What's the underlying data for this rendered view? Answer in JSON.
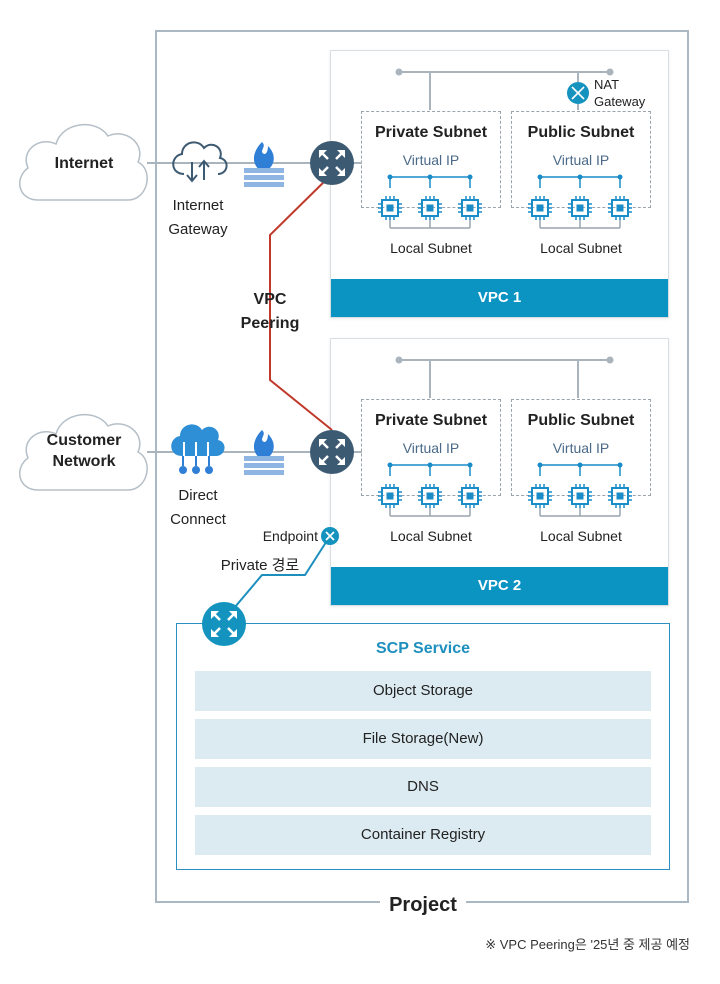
{
  "project": {
    "label": "Project"
  },
  "external": {
    "internet": "Internet",
    "customer": "Customer\nNetwork"
  },
  "gateways": {
    "internet": "Internet\nGateway",
    "direct": "Direct\nConnect",
    "nat": "NAT\nGateway"
  },
  "peering": {
    "label": "VPC\nPeering"
  },
  "vpcs": [
    {
      "name": "VPC 1",
      "subnets": [
        {
          "title": "Private Subnet",
          "vip": "Virtual IP",
          "local": "Local Subnet"
        },
        {
          "title": "Public Subnet",
          "vip": "Virtual IP",
          "local": "Local Subnet"
        }
      ]
    },
    {
      "name": "VPC 2",
      "subnets": [
        {
          "title": "Private Subnet",
          "vip": "Virtual IP",
          "local": "Local Subnet"
        },
        {
          "title": "Public Subnet",
          "vip": "Virtual IP",
          "local": "Local Subnet"
        }
      ]
    }
  ],
  "endpoint": {
    "label": "Endpoint",
    "route": "Private 경로"
  },
  "scp": {
    "title": "SCP Service",
    "services": [
      "Object Storage",
      "File Storage(New)",
      "DNS",
      "Container Registry"
    ]
  },
  "footnote": "※ VPC Peering은 '25년 중 제공 예정",
  "colors": {
    "accent": "#0b93c2",
    "router": "#3d5a73",
    "router_teal": "#1593bf",
    "peering_line": "#c0392b",
    "endpoint_line": "#1d8fbe",
    "chip": "#1a8cc7",
    "firewall": "#2f7fd6"
  }
}
